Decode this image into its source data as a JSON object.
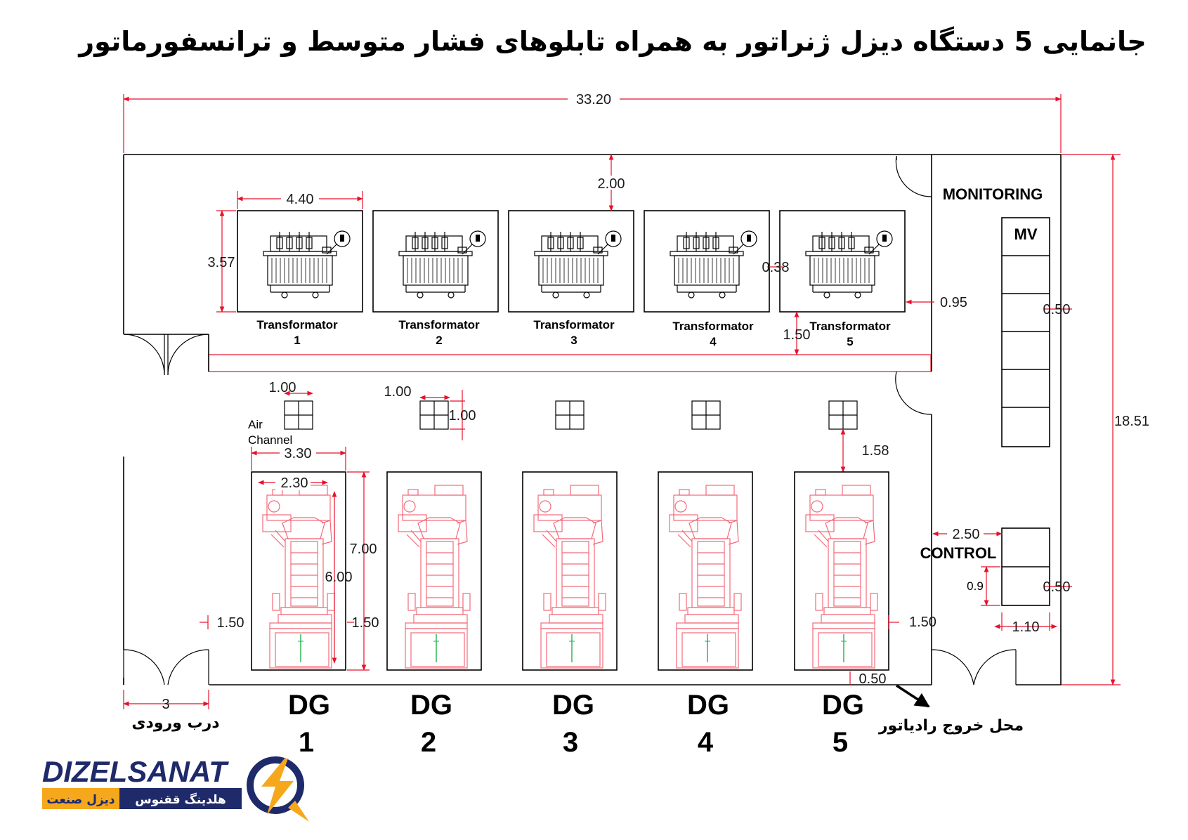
{
  "title": "جانمایی 5 دستگاه دیزل ژنراتور به همراه تابلوهای فشار متوسط و ترانسفورماتور",
  "dimensions": {
    "overall_width": "33.20",
    "overall_height": "18.51",
    "top_clearance": "2.00",
    "trafo_width": "4.40",
    "trafo_depth": "3.57",
    "trafo_gap": "0.38",
    "trafo_side": "0.95",
    "trafo_front": "1.50",
    "air_w1": "1.00",
    "air_w2": "1.00",
    "air_h": "1.00",
    "dg_clear": "1.58",
    "dg_bay_w": "3.30",
    "dg_w": "2.30",
    "dg_bay_l": "7.00",
    "dg_l": "6.00",
    "side_left": "1.50",
    "side_mid": "1.50",
    "side_right": "1.50",
    "dg_back": "0.50",
    "entry_door": "3",
    "mv_panel": "0.50",
    "ctrl_w": "2.50",
    "ctrl_panel": "0.50",
    "ctrl_h": "0.9",
    "ctrl_d": "1.10"
  },
  "transformers": [
    {
      "name": "Transformator",
      "num": "1"
    },
    {
      "name": "Transformator",
      "num": "2"
    },
    {
      "name": "Transformator",
      "num": "3"
    },
    {
      "name": "Transformator",
      "num": "4"
    },
    {
      "name": "Transformator",
      "num": "5"
    }
  ],
  "generators": [
    {
      "name": "DG",
      "num": "1"
    },
    {
      "name": "DG",
      "num": "2"
    },
    {
      "name": "DG",
      "num": "3"
    },
    {
      "name": "DG",
      "num": "4"
    },
    {
      "name": "DG",
      "num": "5"
    }
  ],
  "labels": {
    "monitoring": "MONITORING",
    "mv": "MV",
    "control": "CONTROL",
    "air_1": "Air",
    "air_2": "Channel",
    "entry": "درب ورودی",
    "radiator_exit": "محل خروج رادیاتور"
  },
  "logo": {
    "brand": "DIZELSANAT",
    "tagline_fa_1": "هلدینگ ققنوس",
    "tagline_fa_2": "دیزل صنعت",
    "colors": {
      "navy": "#1f2a6b",
      "orange": "#f5a81c"
    }
  }
}
